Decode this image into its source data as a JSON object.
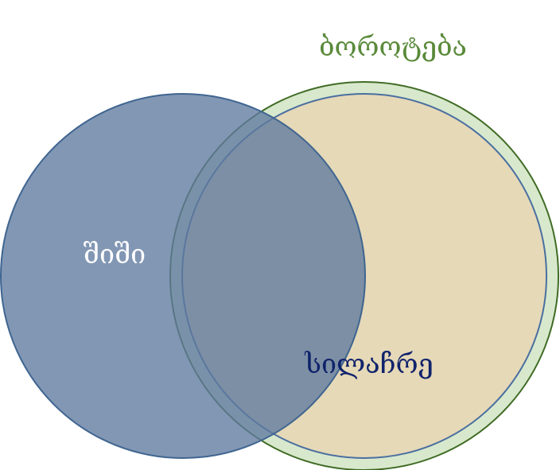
{
  "diagram": {
    "labels": {
      "evil": "ბოროტება",
      "fear": "შიში",
      "cowardice": "სილაჩრე"
    },
    "colors": {
      "evil_fill": "#d8e8cc",
      "evil_stroke": "#3f6b24",
      "evil_text": "#5a8a3a",
      "cowardice_fill": "#e6d9b8",
      "cowardice_stroke": "#4a6fa0",
      "cowardice_text": "#10236b",
      "fear_fill": "#6f87a8",
      "fear_stroke": "#3f6590",
      "fear_text": "#ffffff"
    }
  }
}
